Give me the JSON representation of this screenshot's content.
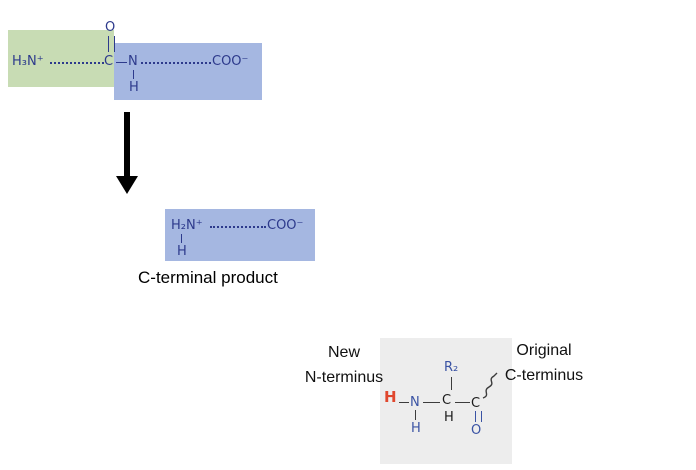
{
  "reactant": {
    "amino_group": "H₃N⁺",
    "carbonyl_oxygen": "O",
    "carbonyl_carbon": "C",
    "amide_nitrogen": "N",
    "amide_hydrogen": "H",
    "carboxyl_group": "COO⁻"
  },
  "product": {
    "amino_group": "H₂N⁺",
    "amide_hydrogen": "H",
    "carboxyl_group": "COO⁻",
    "caption": "C-terminal product"
  },
  "inset": {
    "left_label_line1": "New",
    "left_label_line2": "N-terminus",
    "right_label_line1": "Original",
    "right_label_line2": "C-terminus",
    "new_hydrogen": "H",
    "nitrogen": "N",
    "nitrogen_hydrogen": "H",
    "side_chain": "R₂",
    "alpha_carbon": "C",
    "alpha_hydrogen": "H",
    "carbonyl_carbon": "C",
    "carbonyl_oxygen": "O"
  },
  "colors": {
    "green_box": "#c8dcb4",
    "blue_box": "#a5b7e1",
    "gray_box": "#ededed",
    "chem_text": "#2d3a8c",
    "inset_blue": "#3a53a4",
    "inset_red": "#e0472e",
    "arrow": "#000000"
  }
}
